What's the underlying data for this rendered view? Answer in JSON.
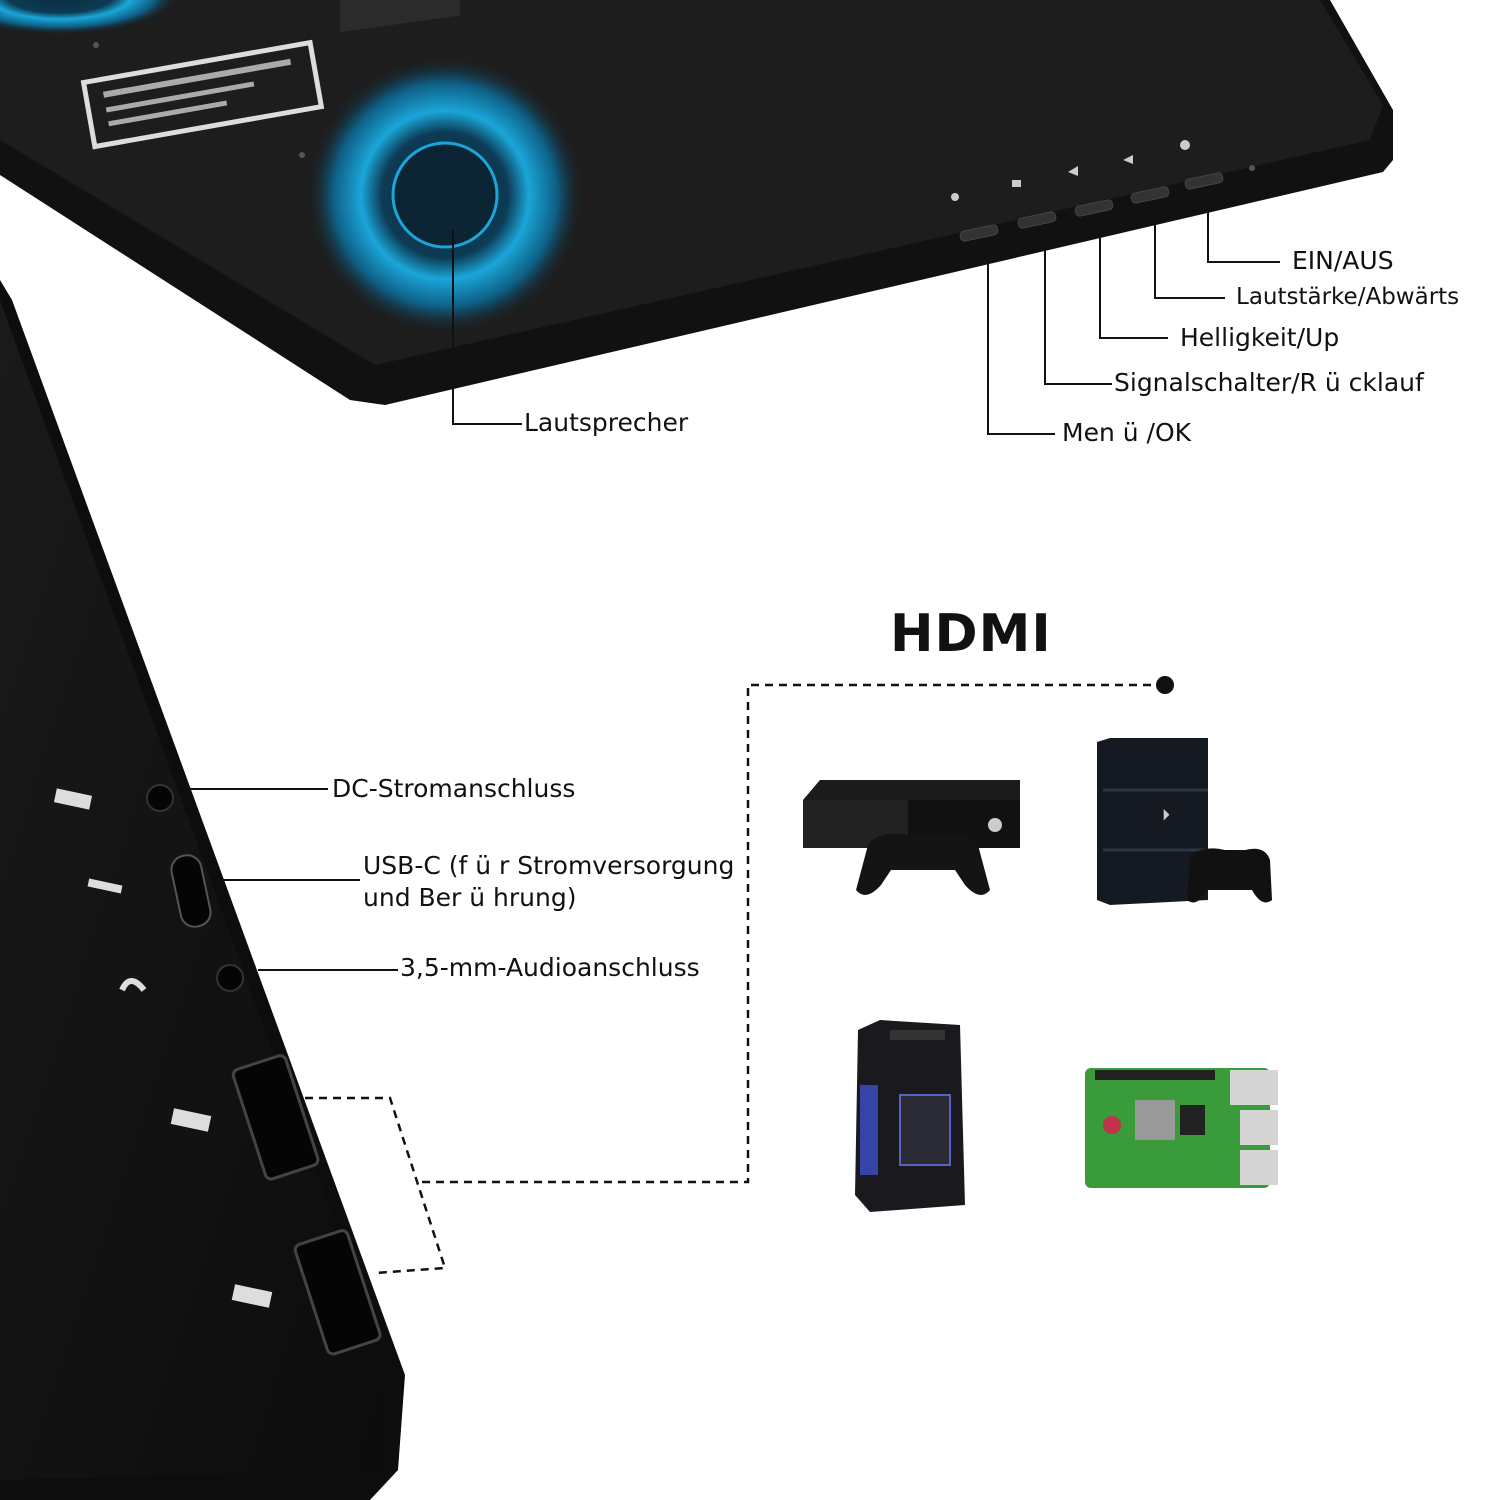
{
  "buttons_callouts": {
    "power": "EIN/AUS",
    "volume_down": "Lautstärke/Abwärts",
    "brightness_up": "Helligkeit/Up",
    "signal_back": "Signalschalter/R ü cklauf",
    "menu_ok": "Men ü /OK",
    "speaker": "Lautsprecher"
  },
  "ports_callouts": {
    "dc": "DC-Stromanschluss",
    "usbc_line1": "USB-C (f ü r Stromversorgung",
    "usbc_line2": "und Ber ü hrung)",
    "audio": "3,5-mm-Audioanschluss"
  },
  "hdmi": {
    "title": "HDMI",
    "devices": [
      "xbox-console-icon",
      "playstation-console-icon",
      "desktop-pc-icon",
      "raspberry-pi-icon"
    ]
  },
  "colors": {
    "speaker_glow": "#1aa6d8",
    "device_body": "#1b1b1b",
    "pi_board": "#3a9b3a"
  }
}
